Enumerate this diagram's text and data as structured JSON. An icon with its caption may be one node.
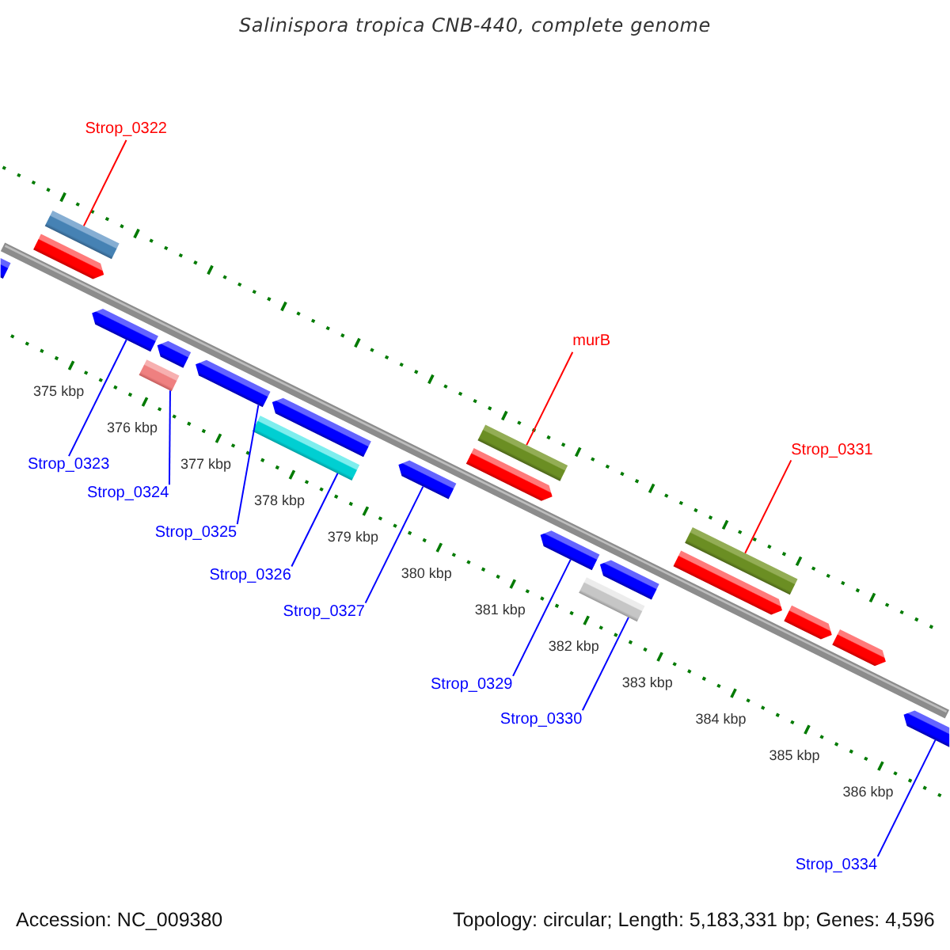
{
  "diagram": {
    "title": "Salinispora tropica CNB-440, complete genome",
    "nodes": [
      {
        "text": [
          "Strop_0322"
        ]
      },
      {
        "text": [],
        "shape": "bar"
      },
      {
        "text": [],
        "shape": "pentagon"
      },
      {
        "text": [],
        "shape": "pentagon"
      },
      {
        "text": [],
        "shape": "pentagon"
      },
      {
        "text": [
          "murB"
        ]
      },
      {
        "text": [],
        "shape": "pentagon"
      },
      {
        "text": [],
        "shape": "pentagon"
      },
      {
        "text": [],
        "shape": "bar"
      },
      {
        "text": [],
        "shape": "pentagon"
      },
      {
        "text": [],
        "shape": "bar"
      },
      {
        "text": [],
        "shape": "bar"
      },
      {
        "text": [],
        "shape": "pentagon"
      },
      {
        "text": [
          "Strop_0331"
        ]
      },
      {
        "text": [],
        "shape": "pentagon"
      },
      {
        "text": [
          "Strop_0323"
        ]
      },
      {
        "text": [
          "Strop_0324"
        ]
      },
      {
        "text": [
          "Strop_0325"
        ]
      },
      {
        "text": [],
        "shape": "bar"
      },
      {
        "text": [],
        "shape": "pentagon"
      },
      {
        "text": [],
        "shape": "pentagon"
      },
      {
        "text": [
          "Strop_0326"
        ]
      },
      {
        "text": [],
        "shape": "pentagon"
      },
      {
        "text": [],
        "shape": "bar"
      },
      {
        "text": [
          "Strop_0327"
        ]
      },
      {
        "text": [],
        "shape": "pentagon"
      },
      {
        "text": [],
        "shape": "pentagon"
      },
      {
        "text": [
          "Strop_0329"
        ]
      },
      {
        "text": [
          "Strop_0330"
        ]
      },
      {
        "text": [],
        "shape": "pentagon"
      },
      {
        "text": [
          "Strop_0334"
        ]
      }
    ],
    "edges": [
      {
        "from": 0,
        "to": 1,
        "arrow": "none",
        "color": "#ff0000"
      },
      {
        "from": 5,
        "to": 11,
        "arrow": "none",
        "color": "#ff0000"
      },
      {
        "from": 13,
        "to": 18,
        "arrow": "none",
        "color": "#ff0000"
      },
      {
        "from": 15,
        "to": 4,
        "arrow": "none"
      },
      {
        "from": 16,
        "to": 8,
        "arrow": "none"
      },
      {
        "from": 17,
        "to": 7,
        "arrow": "none"
      },
      {
        "from": 21,
        "to": 10,
        "arrow": "none"
      },
      {
        "from": 24,
        "to": 14,
        "arrow": "none"
      },
      {
        "from": 27,
        "to": 19,
        "arrow": "none"
      },
      {
        "from": 28,
        "to": 23,
        "arrow": "none"
      },
      {
        "from": 30,
        "to": 29,
        "arrow": "none"
      }
    ],
    "labels": [
      "375 kbp",
      "376 kbp",
      "377 kbp",
      "378 kbp",
      "379 kbp",
      "380 kbp",
      "381 kbp",
      "382 kbp",
      "383 kbp",
      "384 kbp",
      "385 kbp",
      "386 kbp",
      "Accession: NC_009380",
      "Topology: circular; Length: 5,183,331 bp; Genes: 4,596"
    ]
  }
}
